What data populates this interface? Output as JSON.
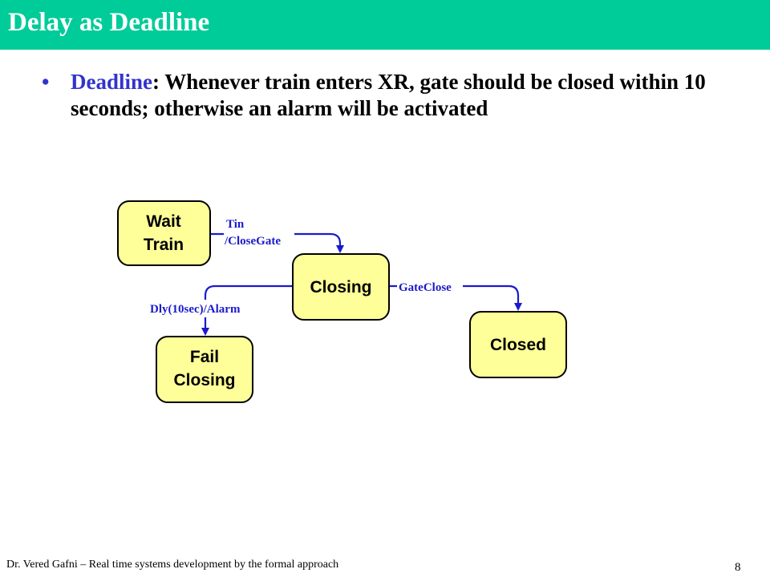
{
  "title": "Delay as Deadline",
  "bullet": {
    "keyword": "Deadline",
    "text": ": Whenever train enters XR, gate should be closed within 10 seconds; otherwise an alarm will be activated"
  },
  "diagram": {
    "states": {
      "wait_train": [
        "Wait",
        "Train"
      ],
      "closing": [
        "Closing"
      ],
      "closed": [
        "Closed"
      ],
      "fail_closing": [
        "Fail",
        "Closing"
      ]
    },
    "transitions": {
      "tin_trigger": "Tin",
      "tin_action": "/CloseGate",
      "gate_close": "GateClose",
      "delay_alarm": "Dly(10sec)/Alarm"
    },
    "colors": {
      "state_fill": "#ffff99",
      "state_stroke": "#000000",
      "arrow": "#1a1acc"
    }
  },
  "footer": {
    "author": "Dr. Vered Gafni – Real time systems development by the formal approach",
    "page_number": "8"
  }
}
